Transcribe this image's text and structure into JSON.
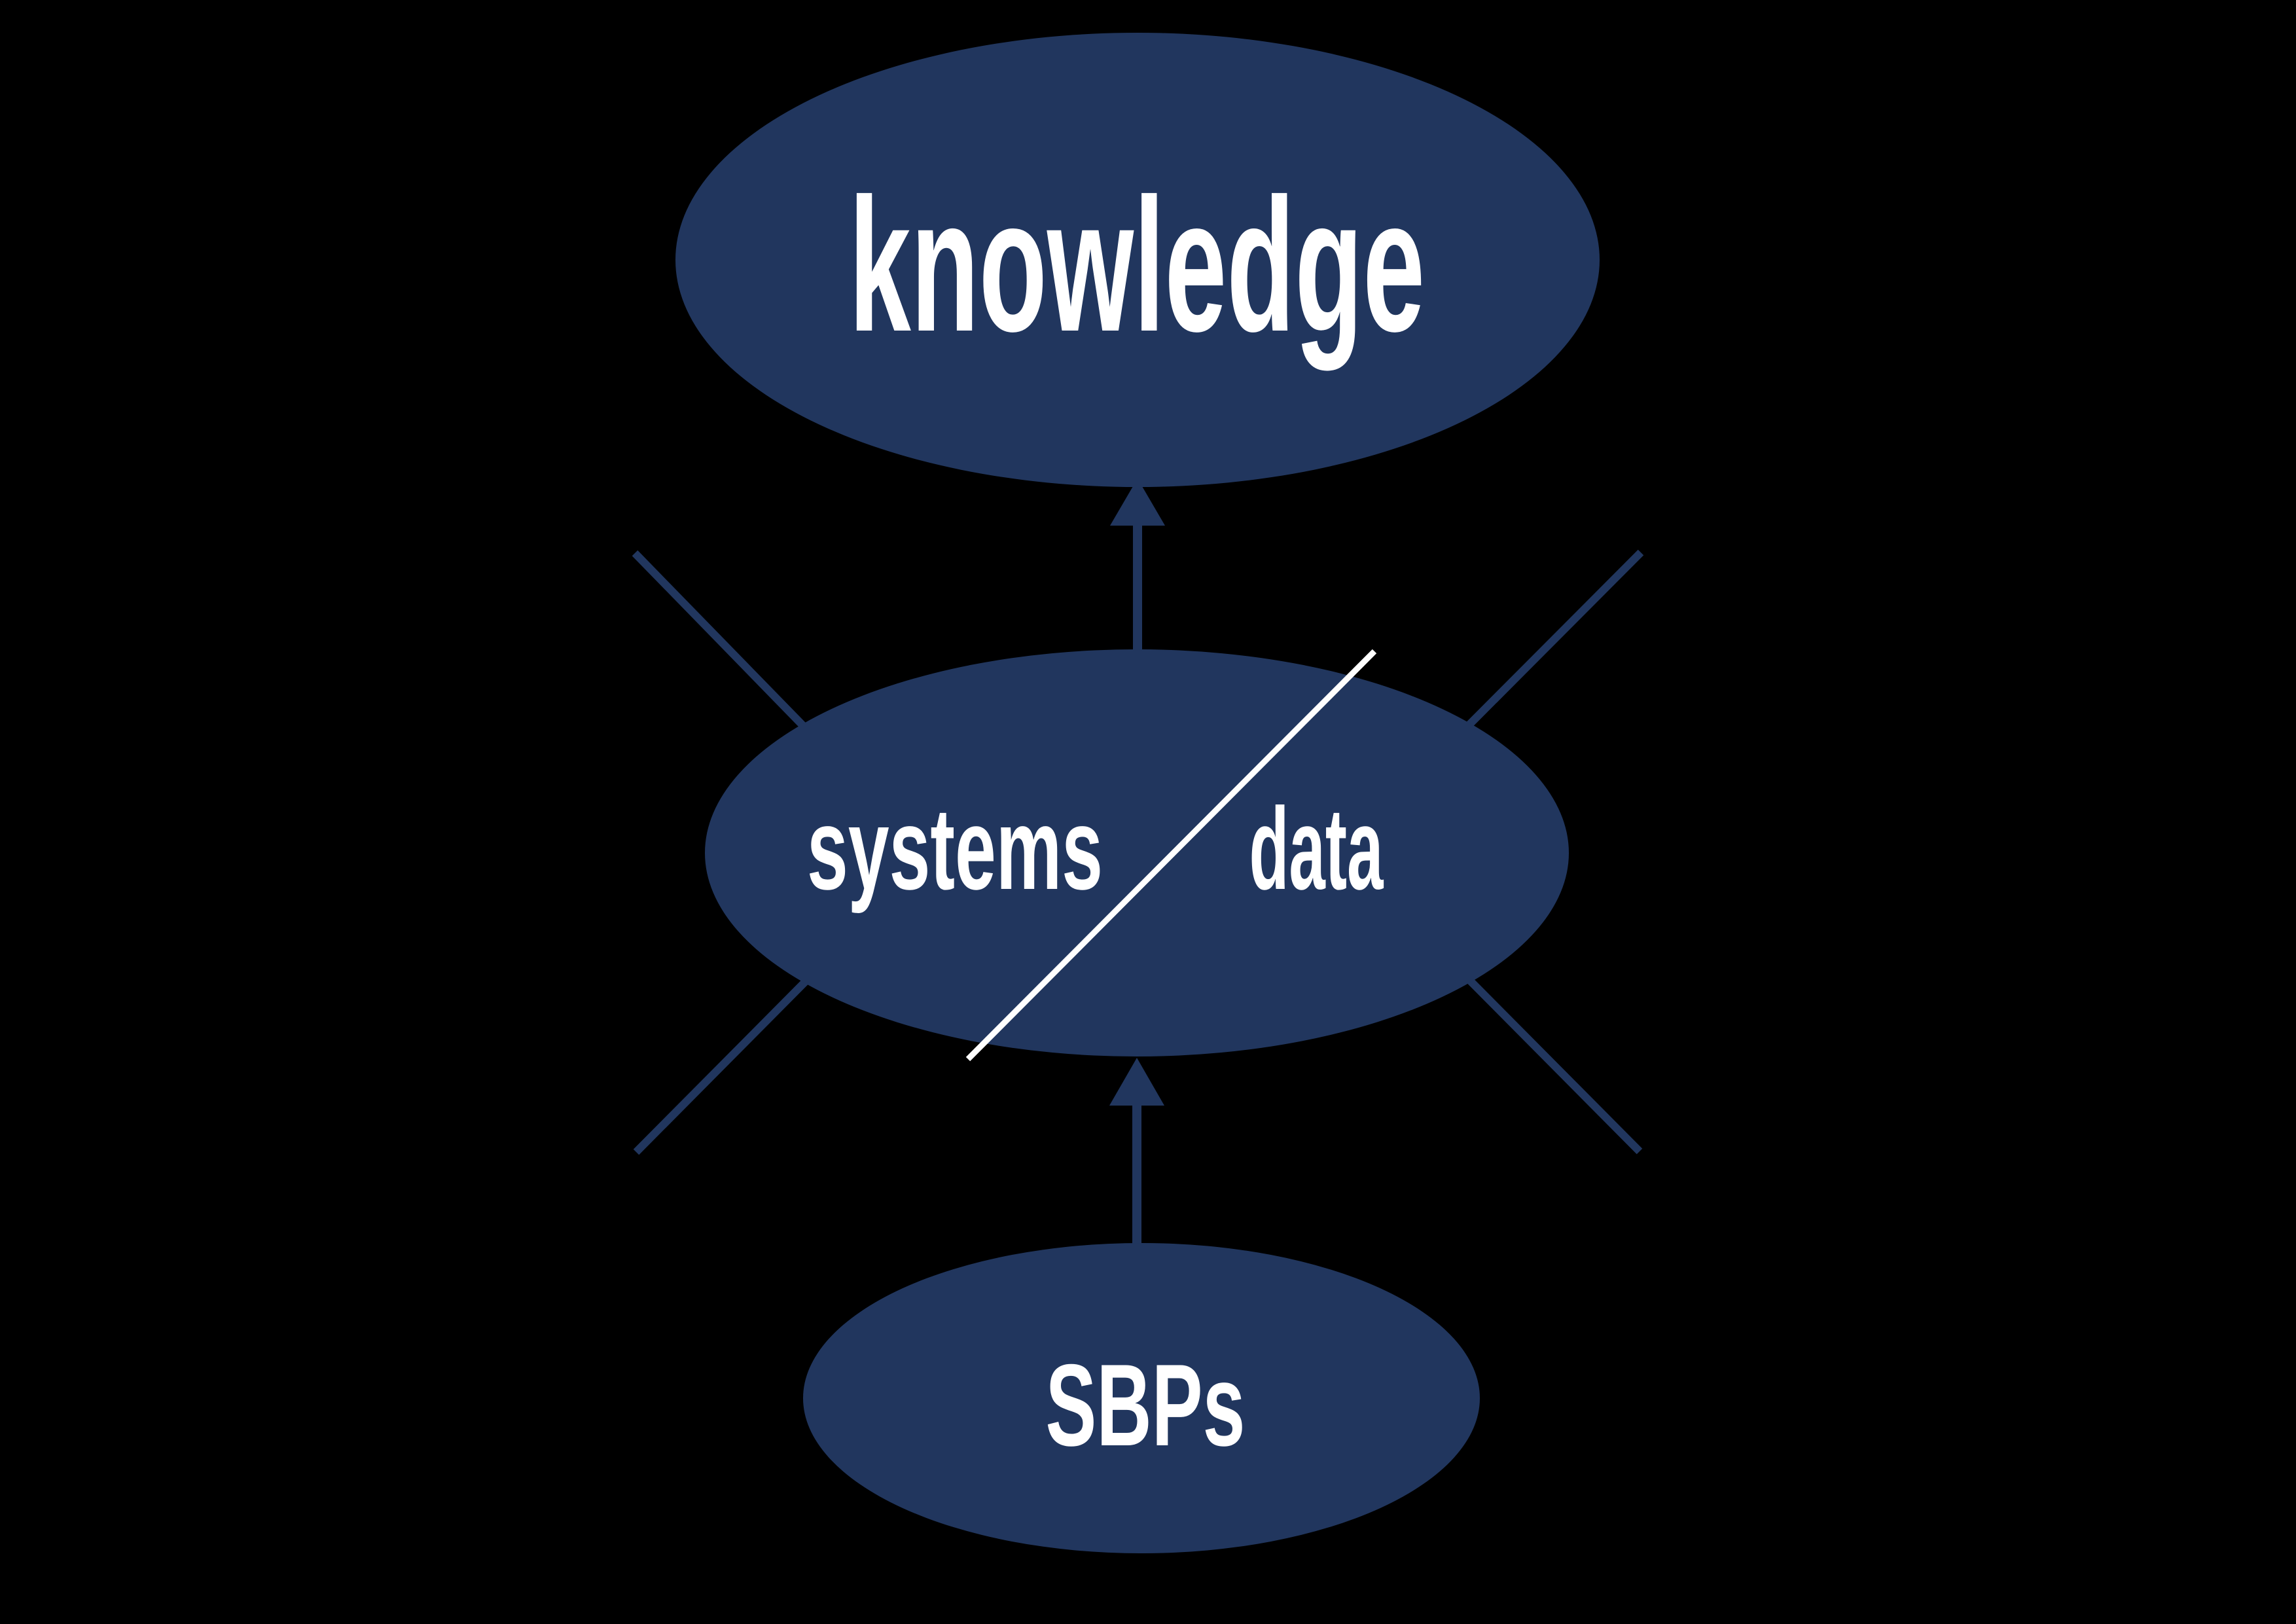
{
  "diagram": {
    "colors": {
      "background": "#000000",
      "navy": "#21365e",
      "white": "#ffffff"
    },
    "nodes": {
      "knowledge": {
        "label": "knowledge"
      },
      "systems": {
        "label": "systems"
      },
      "data": {
        "label": "data"
      },
      "sbps": {
        "label": "SBPs"
      }
    },
    "edges": [
      {
        "from": "SBPs",
        "to": "systems/data",
        "style": "up-arrow"
      },
      {
        "from": "systems/data",
        "to": "knowledge",
        "style": "up-arrow"
      }
    ],
    "decorations": {
      "slash_divider": "white diagonal line separating systems and data",
      "radiating_rays": 4
    }
  }
}
